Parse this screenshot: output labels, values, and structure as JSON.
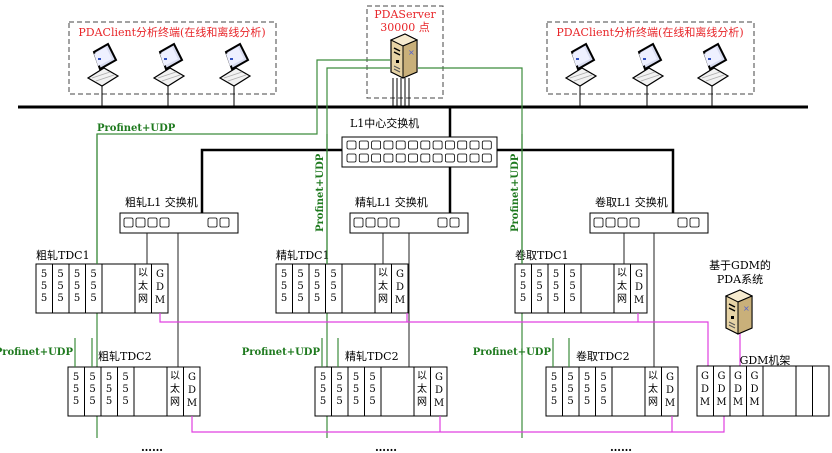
{
  "client_groups": [
    {
      "title": "PDAClient分析终端(在线和离线分析)",
      "laptops": 3
    },
    {
      "title": "PDAClient分析终端(在线和离线分析)",
      "laptops": 3
    }
  ],
  "server": {
    "title": "PDAServer",
    "points": "30000 点"
  },
  "central_switch": {
    "label": "L1中心交换机"
  },
  "switches": [
    {
      "label": "粗轧L1 交换机"
    },
    {
      "label": "精轧L1 交换机"
    },
    {
      "label": "卷取L1 交换机"
    }
  ],
  "protocol_label": "Profinet+UDP",
  "tdc1": [
    {
      "label": "粗轧TDC1"
    },
    {
      "label": "精轧TDC1"
    },
    {
      "label": "卷取TDC1"
    }
  ],
  "tdc2": [
    {
      "label": "粗轧TDC2"
    },
    {
      "label": "精轧TDC2"
    },
    {
      "label": "卷取TDC2"
    }
  ],
  "module_text": {
    "cpu": "555",
    "ethernet": "以太网",
    "gdm": "GDM"
  },
  "gdm_system": {
    "line1": "基于GDM的",
    "line2": "PDA系统"
  },
  "gdm_rack": {
    "label": "GDM机架"
  },
  "ellipsis": "……",
  "colors": {
    "client_title": "#e8262a",
    "protocol": "#1f7a1f",
    "green_line": "#3c8c3c",
    "gdm_line": "#e040e0",
    "bus": "#000000"
  }
}
